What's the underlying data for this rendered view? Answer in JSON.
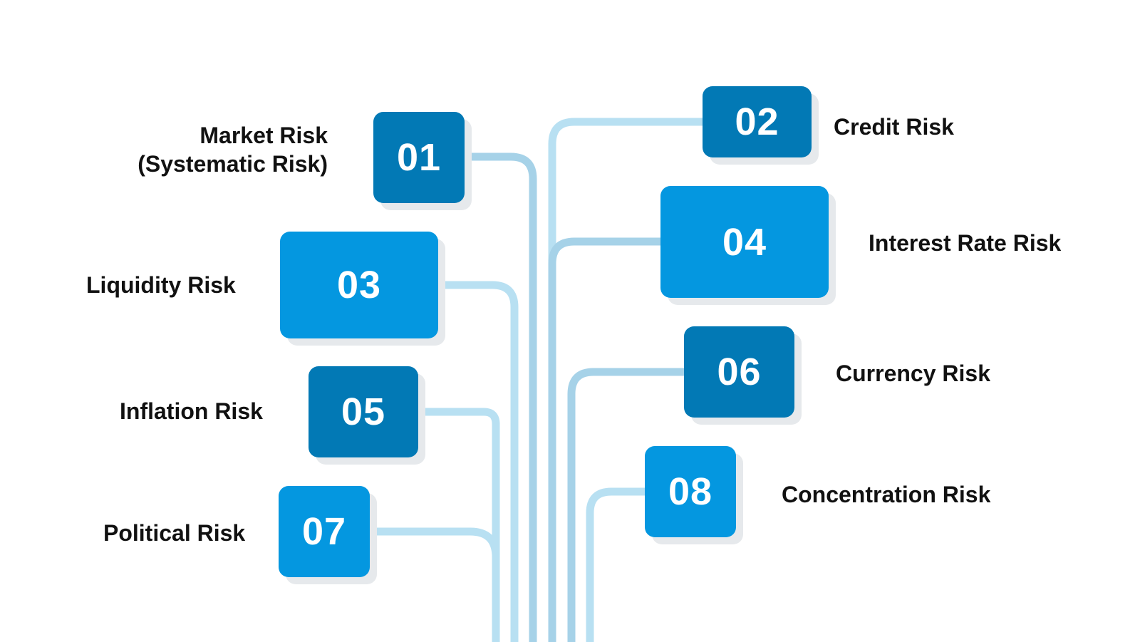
{
  "items": [
    {
      "number": "01",
      "label_lines": [
        "Market Risk",
        "(Systematic Risk)"
      ],
      "side": "left",
      "tone": "dark"
    },
    {
      "number": "02",
      "label_lines": [
        "Credit Risk"
      ],
      "side": "right",
      "tone": "dark"
    },
    {
      "number": "03",
      "label_lines": [
        "Liquidity Risk"
      ],
      "side": "left",
      "tone": "light"
    },
    {
      "number": "04",
      "label_lines": [
        "Interest Rate Risk"
      ],
      "side": "right",
      "tone": "light"
    },
    {
      "number": "05",
      "label_lines": [
        "Inflation Risk"
      ],
      "side": "left",
      "tone": "dark"
    },
    {
      "number": "06",
      "label_lines": [
        "Currency Risk"
      ],
      "side": "right",
      "tone": "dark"
    },
    {
      "number": "07",
      "label_lines": [
        "Political Risk"
      ],
      "side": "left",
      "tone": "light"
    },
    {
      "number": "08",
      "label_lines": [
        "Concentration Risk"
      ],
      "side": "right",
      "tone": "light"
    }
  ],
  "colors": {
    "box_dark": "#0279b5",
    "box_light": "#0497e0",
    "connector_light": "#b8e0f2",
    "connector_dark": "#a6d2e8",
    "label_text": "#111111"
  }
}
